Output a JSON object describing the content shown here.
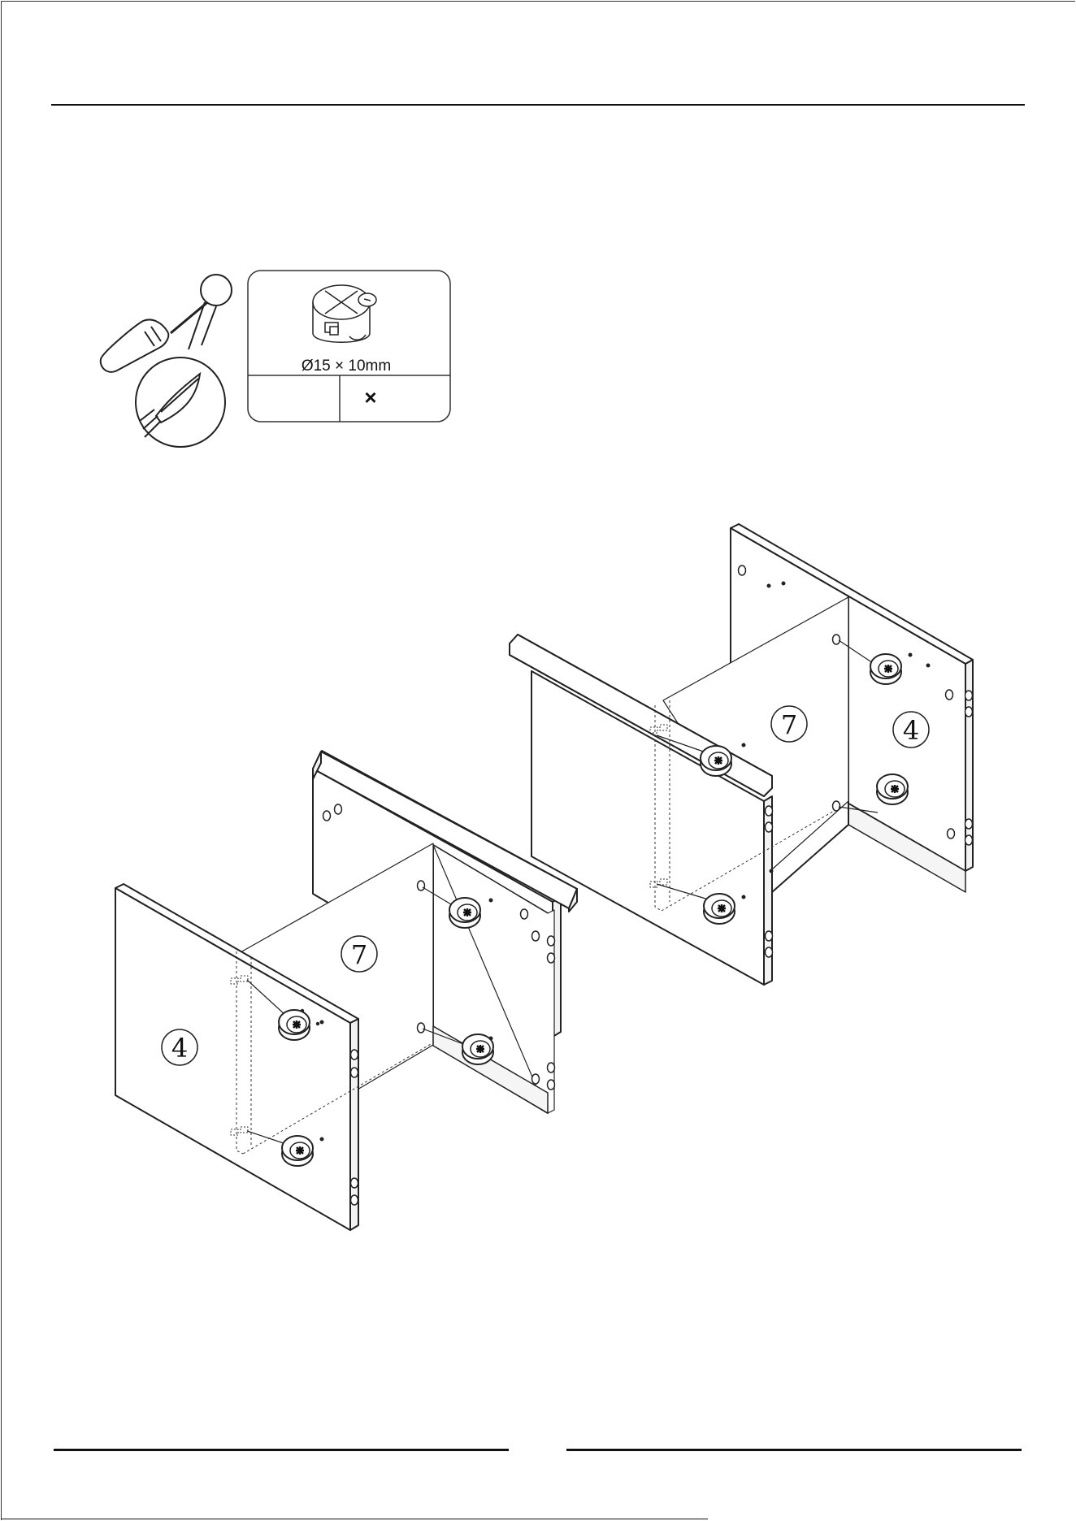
{
  "hardware": {
    "part_size": "Ø15 × 10mm",
    "quantity_label": "",
    "multiplier": "×",
    "cam_lock_icon": "cam-lock-icon",
    "screwdriver_icon": "phillips-screwdriver-icon"
  },
  "parts": {
    "side_panel_left": "4",
    "shelf_left": "7",
    "side_panel_right": "4",
    "shelf_right": "7"
  },
  "colors": {
    "line": "#222222",
    "paper": "#ffffff"
  }
}
